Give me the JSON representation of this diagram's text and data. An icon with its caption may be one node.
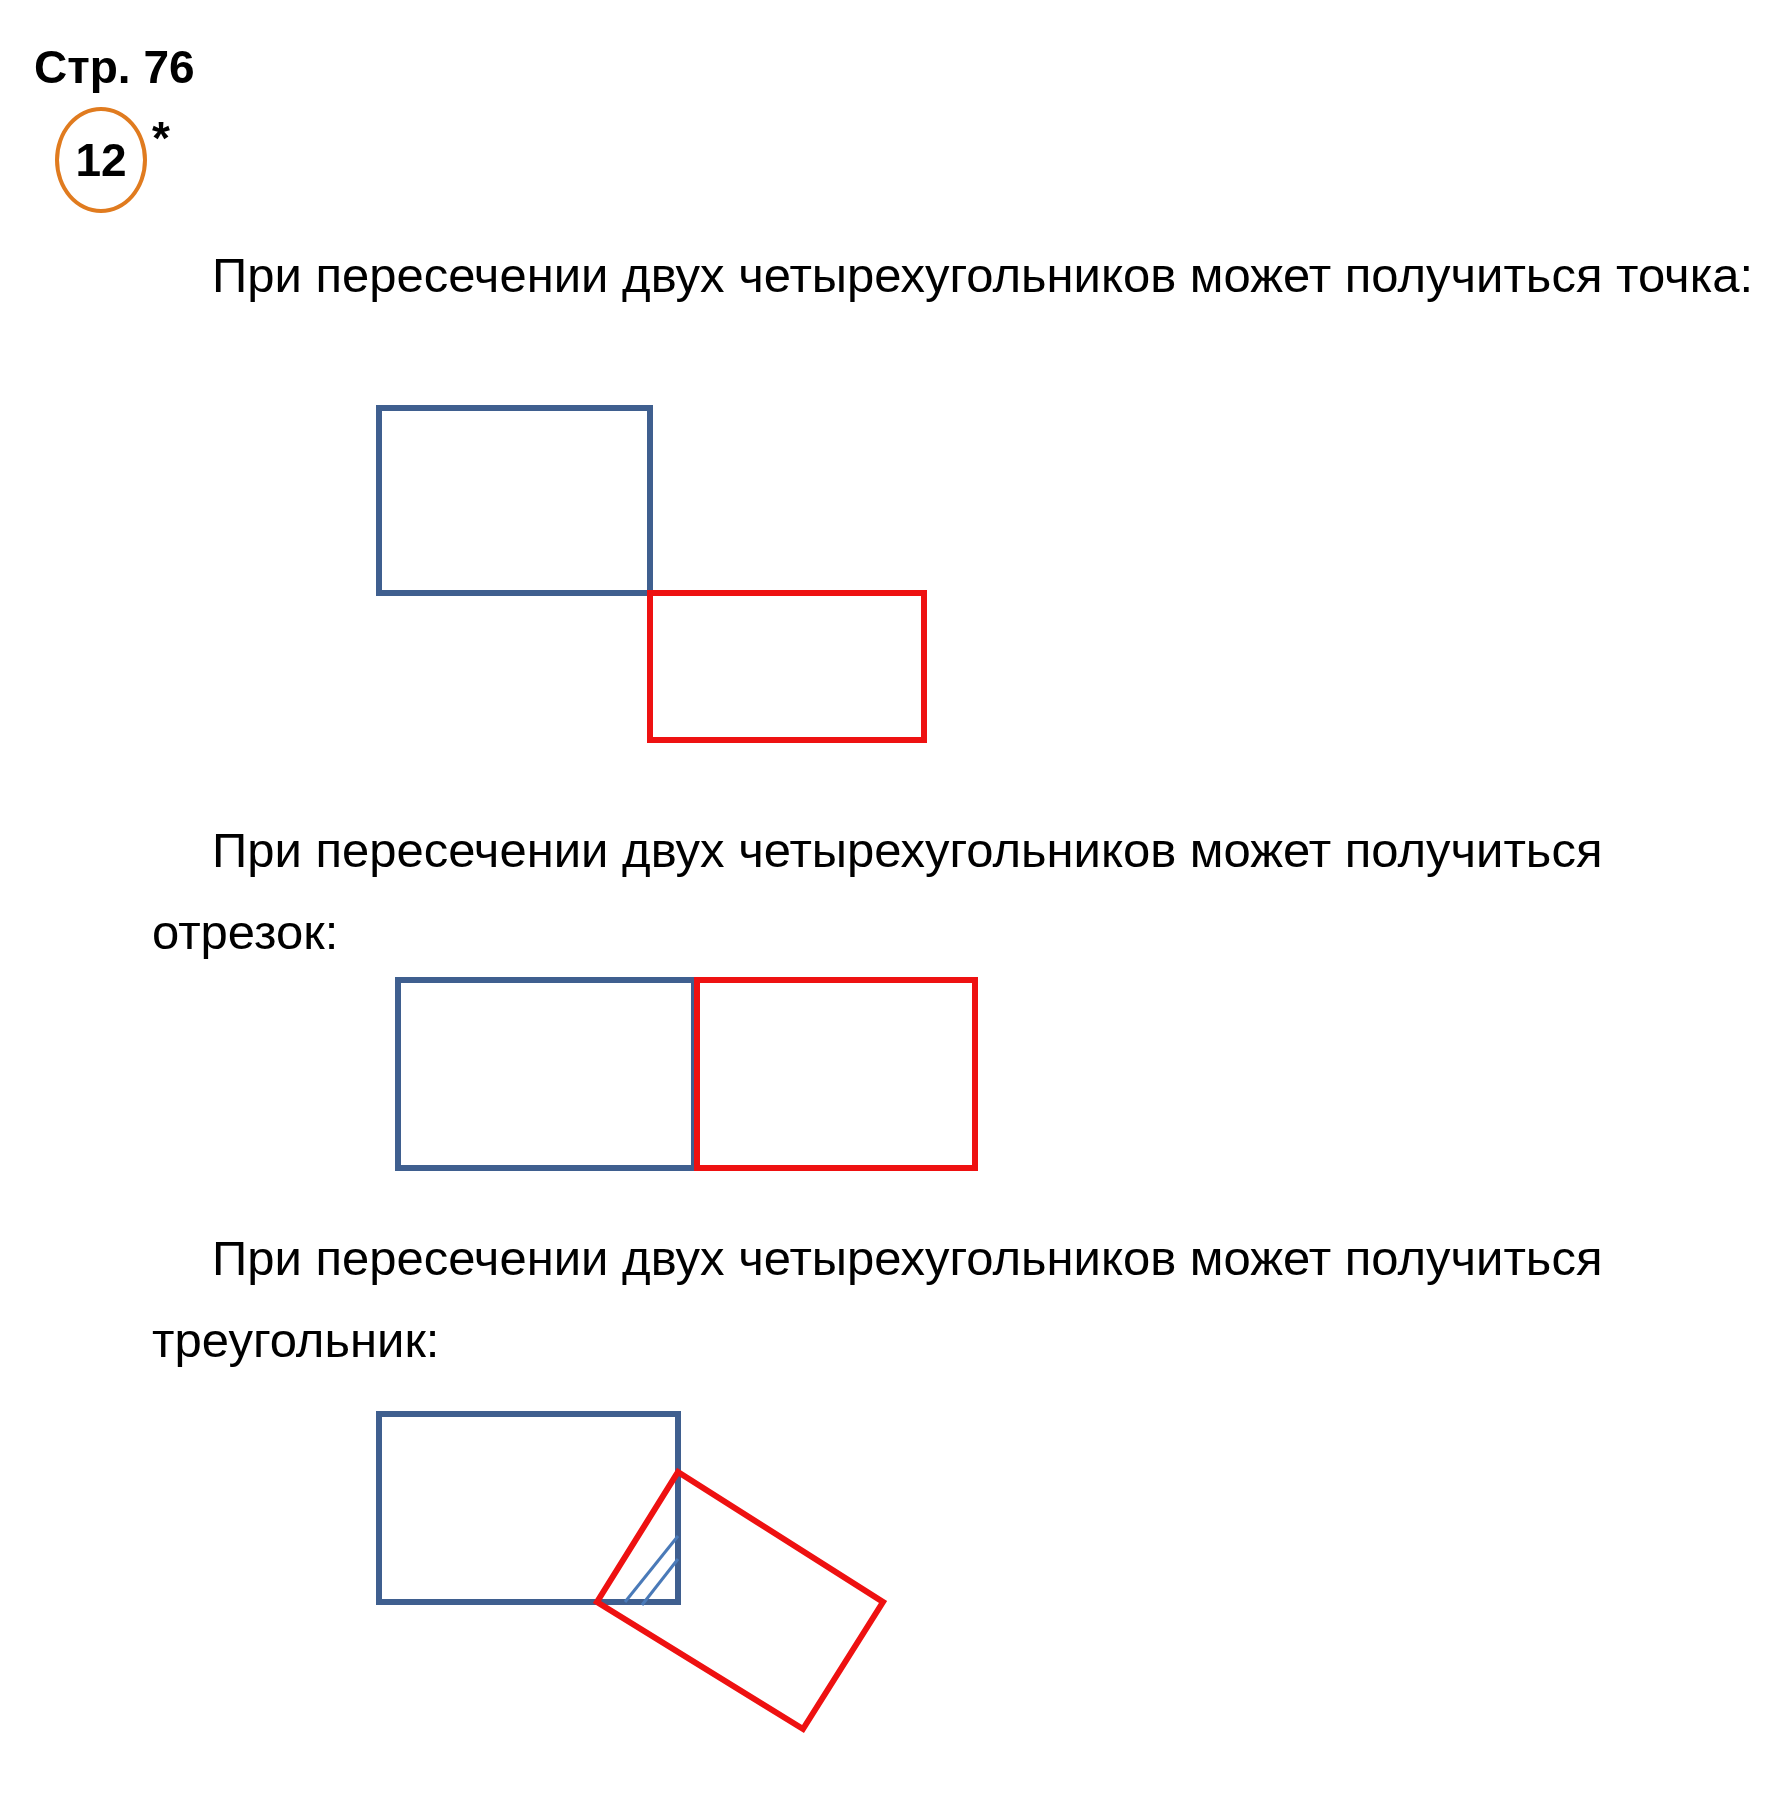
{
  "diagram": {
    "title": "Стр. 76",
    "nodes": [
      {
        "text": [
          "12"
        ],
        "beside": [
          "*"
        ]
      }
    ],
    "labels": [
      "При пересечении двух четырехугольников может получиться точка:",
      "При пересечении двух четырехугольников может получиться отрезок:",
      "При пересечении двух четырехугольников может получиться треугольник:"
    ]
  }
}
